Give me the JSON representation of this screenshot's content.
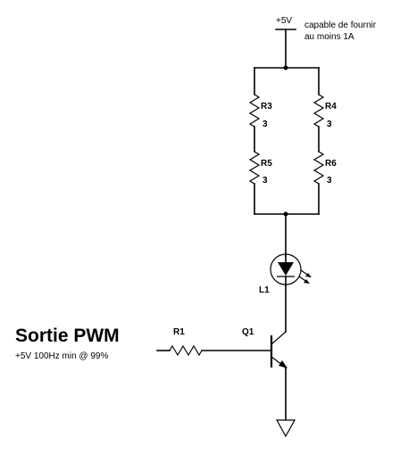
{
  "supply": {
    "label": "+5V",
    "note_line1": "capable de fournir",
    "note_line2": "au moins 1A"
  },
  "resistors": {
    "r3": {
      "ref": "R3",
      "value": "3"
    },
    "r4": {
      "ref": "R4",
      "value": "3"
    },
    "r5": {
      "ref": "R5",
      "value": "3"
    },
    "r6": {
      "ref": "R6",
      "value": "3"
    },
    "r1": {
      "ref": "R1"
    }
  },
  "led": {
    "ref": "L1"
  },
  "transistor": {
    "ref": "Q1"
  },
  "input": {
    "title": "Sortie PWM",
    "subtitle": "+5V 100Hz min @ 99%"
  }
}
